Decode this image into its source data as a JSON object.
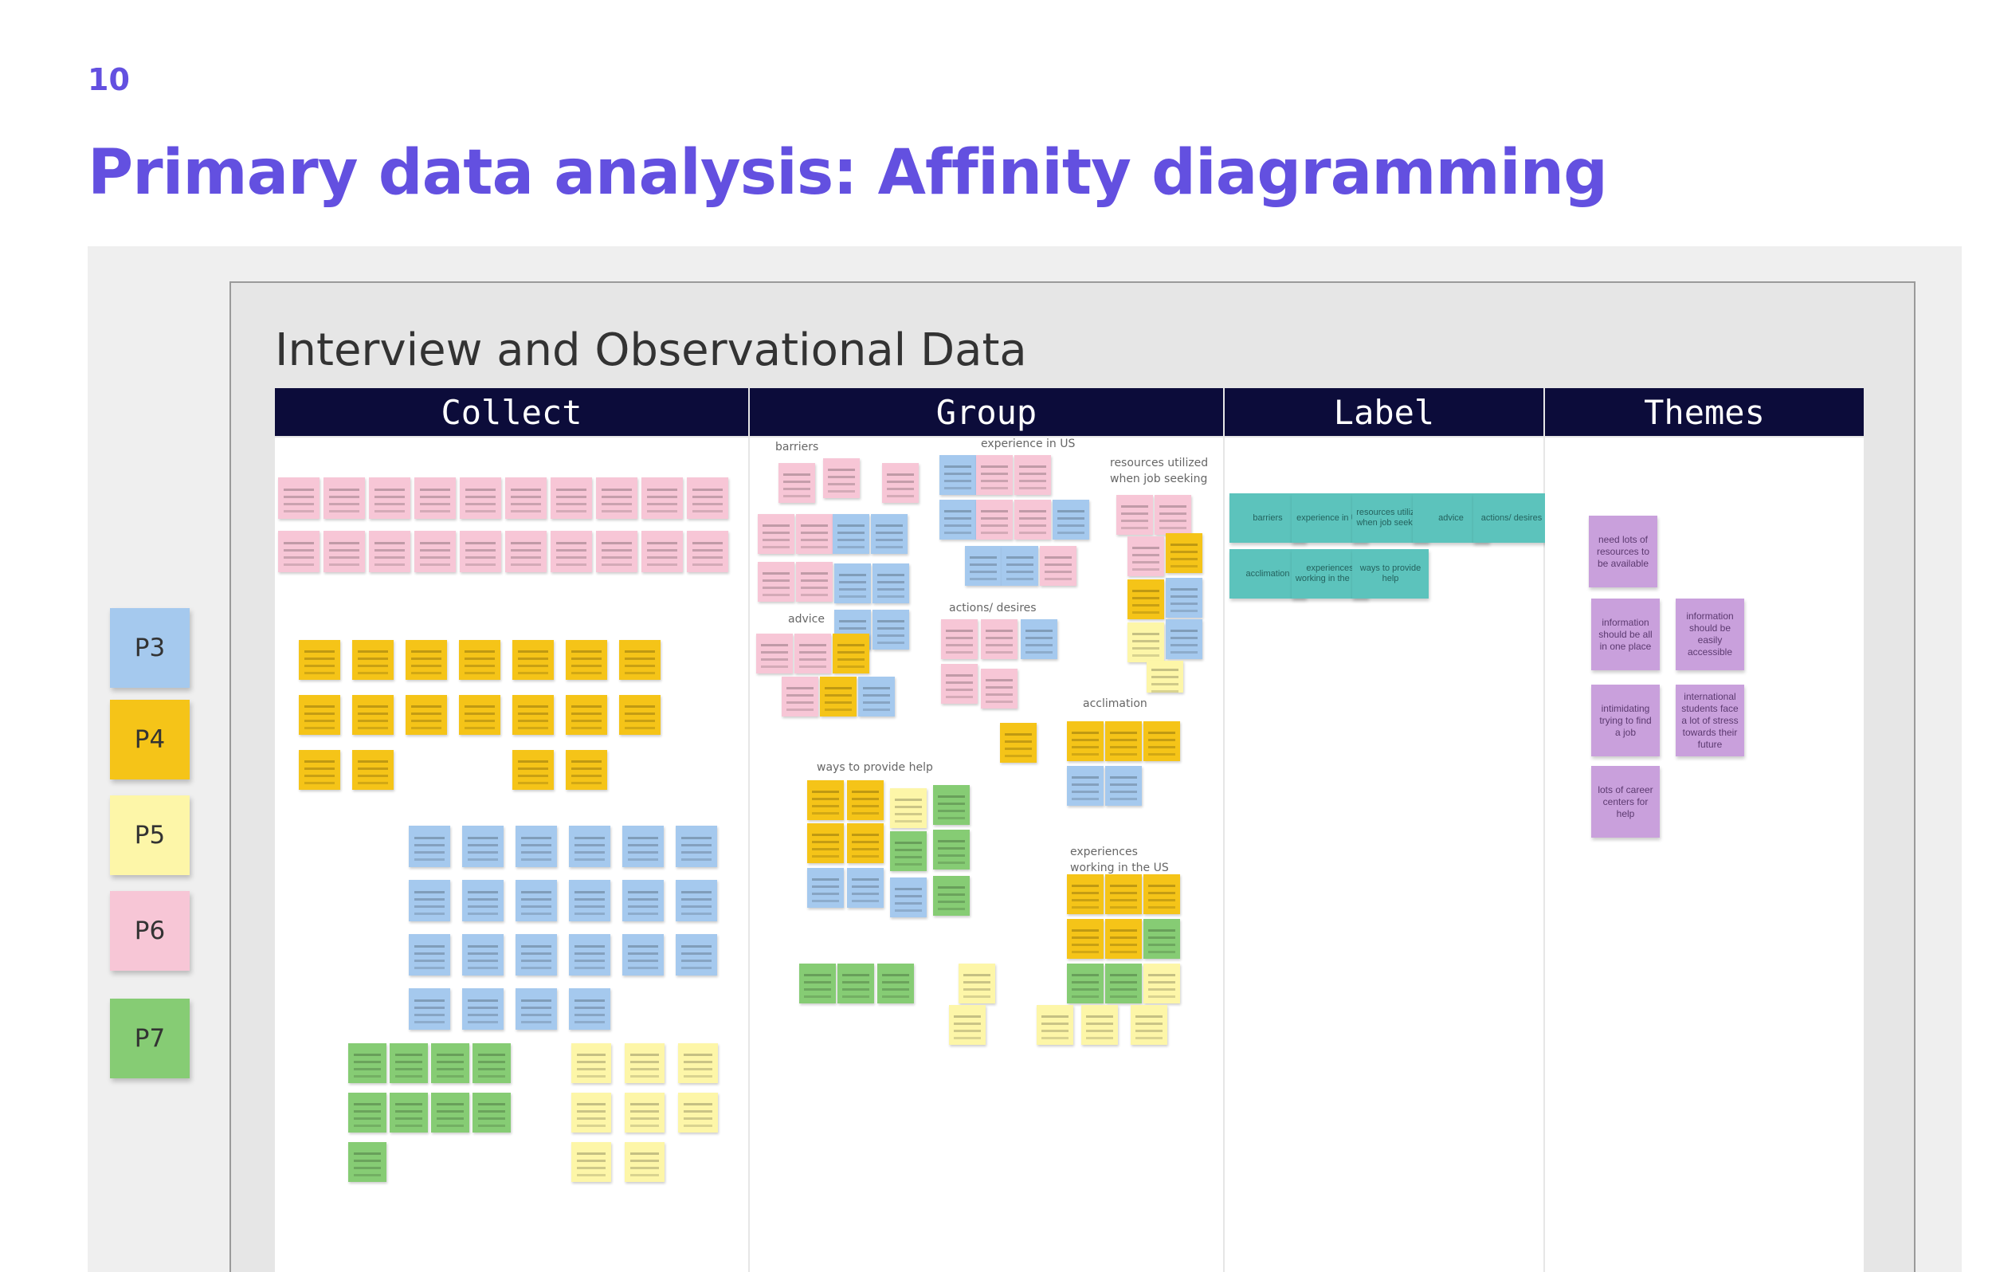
{
  "slide": {
    "number": "10",
    "title": "Primary data analysis: Affinity diagramming"
  },
  "board": {
    "title": "Interview and Observational Data",
    "columns": [
      {
        "label": "Collect"
      },
      {
        "label": "Group"
      },
      {
        "label": "Label"
      },
      {
        "label": "Themes"
      }
    ]
  },
  "legend": [
    {
      "label": "P3",
      "color": "#a5c9ee"
    },
    {
      "label": "P4",
      "color": "#f5c418"
    },
    {
      "label": "P5",
      "color": "#fdf6a8"
    },
    {
      "label": "P6",
      "color": "#f7c6d6"
    },
    {
      "label": "P7",
      "color": "#86cc74"
    }
  ],
  "group_clusters": [
    "barriers",
    "experience in US",
    "resources utilized when job seeking",
    "actions/ desires",
    "advice",
    "acclimation",
    "ways to provide help",
    "experiences working in the US"
  ],
  "labels": [
    "barriers",
    "experience in US",
    "resources utilized when job seeking",
    "advice",
    "actions/ desires",
    "acclimation",
    "experiences working in the US",
    "ways to provide help"
  ],
  "themes": [
    "need lots of resources to be available",
    "information should be all in one place",
    "information should be easily accessible",
    "intimidating trying to find a job",
    "international students face a lot of stress towards their future",
    "lots of career centers for help"
  ]
}
